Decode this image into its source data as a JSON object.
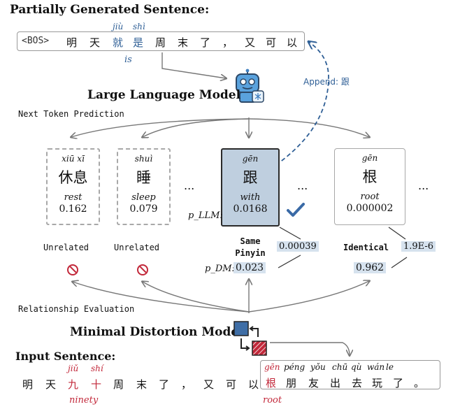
{
  "partial": {
    "title": "Partially Generated Sentence:",
    "bos": "<BOS>",
    "tokens": [
      "明",
      "天",
      "就",
      "是",
      "周",
      "末",
      "了",
      "，",
      "又",
      "可",
      "以"
    ],
    "pinyin_jiu": "jiù",
    "pinyin_shi": "shì",
    "gloss_is": "is"
  },
  "append_label": "Append: 跟",
  "llm": {
    "title": "Large Language Model",
    "subtitle": "Next Token Prediction"
  },
  "candidates": [
    {
      "pinyin": "xiū xī",
      "hanzi": "休息",
      "english": "rest",
      "p_llm": "0.162",
      "relation": "Unrelated"
    },
    {
      "pinyin": "shuì",
      "hanzi": "睡",
      "english": "sleep",
      "p_llm": "0.079",
      "relation": "Unrelated"
    },
    {
      "pinyin": "gēn",
      "hanzi": "跟",
      "english": "with",
      "p_llm": "0.0168",
      "relation": "Same Pinyin",
      "p_dm": "0.023",
      "side": "0.00039"
    },
    {
      "pinyin": "gēn",
      "hanzi": "根",
      "english": "root",
      "p_llm": "0.000002",
      "relation": "Identical",
      "p_dm": "0.962",
      "side": "1.9E-6"
    }
  ],
  "ellipsis": "...",
  "p_llm_label": "p_LLM:",
  "p_dm_label": "p_DM:",
  "rel_eval": "Relationship Evaluation",
  "mdm_title": "Minimal Distortion Model",
  "input": {
    "title": "Input Sentence:",
    "left_tokens": [
      "明",
      "天",
      "九",
      "十",
      "周",
      "末",
      "了",
      "，",
      "又",
      "可",
      "以"
    ],
    "pinyin_jiu": "jiǔ",
    "pinyin_shi": "shí",
    "gloss_ninety": "ninety",
    "box_pinyin": [
      "gēn",
      "péng",
      "yǒu",
      "chū",
      "qù",
      "wán",
      "le"
    ],
    "box_tokens": [
      "根",
      "朋",
      "友",
      "出",
      "去",
      "玩",
      "了",
      "。"
    ],
    "gloss_root": "root"
  },
  "colors": {
    "blue": "#2f5f96",
    "red": "#c2283a",
    "highlight": "#d6e2ee",
    "selected": "#bfcfdf"
  }
}
